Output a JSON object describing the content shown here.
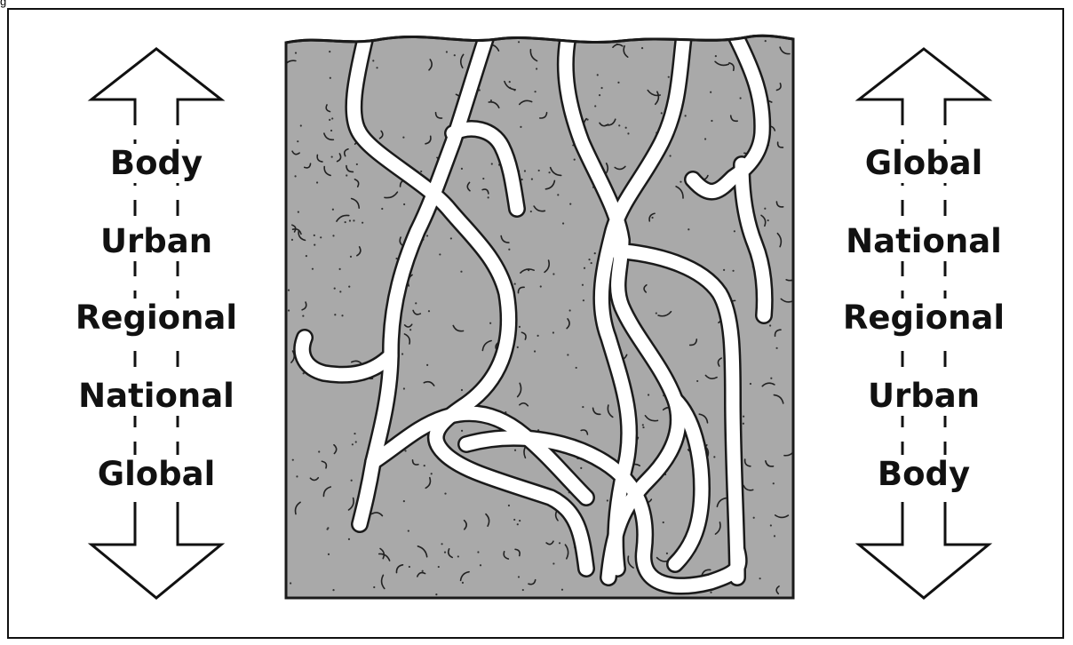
{
  "corner_text": "g",
  "left_column": {
    "labels": [
      "Body",
      "Urban",
      "Regional",
      "National",
      "Global"
    ]
  },
  "right_column": {
    "labels": [
      "Global",
      "National",
      "Regional",
      "Urban",
      "Body"
    ]
  },
  "colors": {
    "soil": "#a9a9a9",
    "outline": "#1a1a1a",
    "roots": "#ffffff"
  },
  "icons": {
    "left_arrow": "double-headed-vertical-arrow-icon",
    "right_arrow": "double-headed-vertical-arrow-icon",
    "center": "soil-roots-illustration"
  }
}
